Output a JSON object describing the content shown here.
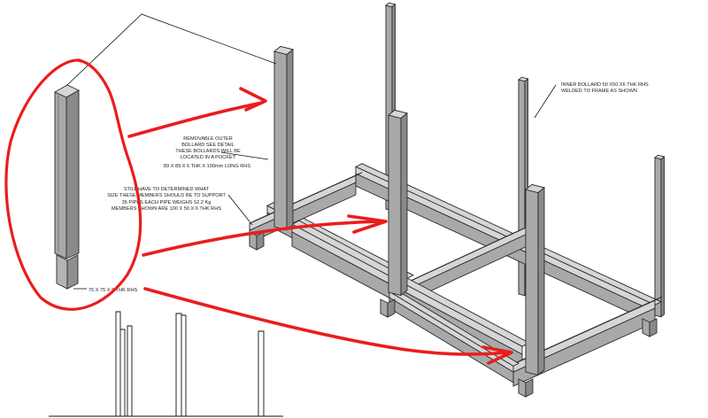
{
  "drawing": {
    "annotations": {
      "removable_bollard": {
        "lines": [
          "REMOVABLE OUTER",
          "BOLLARD SEE DETAIL",
          "THESE BOLLARDS WILL BE",
          "LOCATED IN A POCKET",
          "89 X 89 X 6 THK  X 100mm LONG RHS"
        ]
      },
      "inner_bollard": {
        "lines": [
          "INNER BOLLARD 50 X50 X6 THK RHS",
          "WELDED TO FRAME AS SHOWN"
        ]
      },
      "member_sizes": {
        "lines": [
          "STILL HAVE TO DETERMINED WHAT",
          "SIZE THESE MEMBERS SHOULD BE TO SUPPORT",
          "35 PIPES  EACH PIPE WEIGHS 52.2 Kg",
          "MEMBERS SHOWN ARE 100 X 50 X 6 THK RHS"
        ]
      },
      "pocket_size": {
        "lines": [
          "75 X 75 X 6 THK RHS"
        ]
      }
    },
    "colors": {
      "steel_top": "#d6d6d6",
      "steel_left": "#a9a9a9",
      "steel_right": "#8a8a8a",
      "outline": "#2a2a2a",
      "markup_red": "#ec1c1c"
    }
  }
}
